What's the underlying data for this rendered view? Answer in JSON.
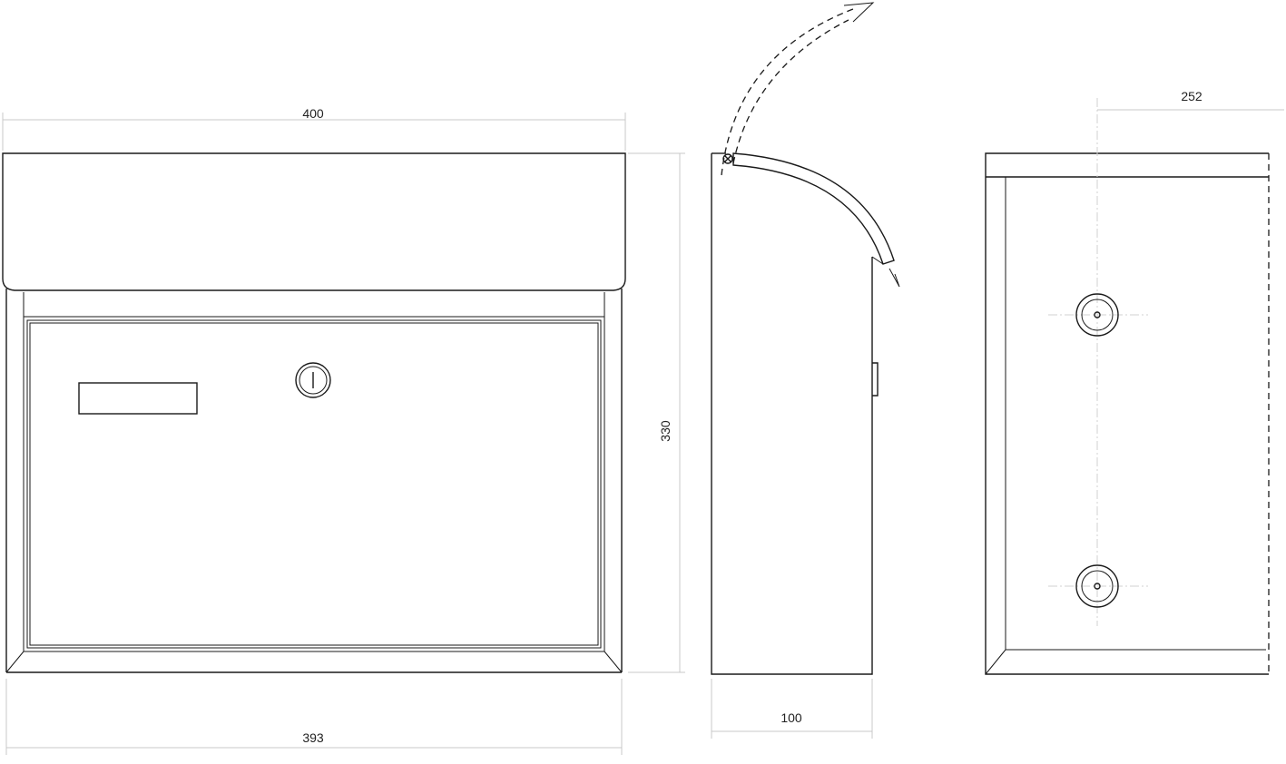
{
  "drawing": {
    "title": "",
    "views": {
      "front": {
        "width_top": "400",
        "width_bottom": "393",
        "height": "330"
      },
      "side": {
        "depth": "100"
      },
      "back": {
        "offset": "252"
      }
    }
  }
}
